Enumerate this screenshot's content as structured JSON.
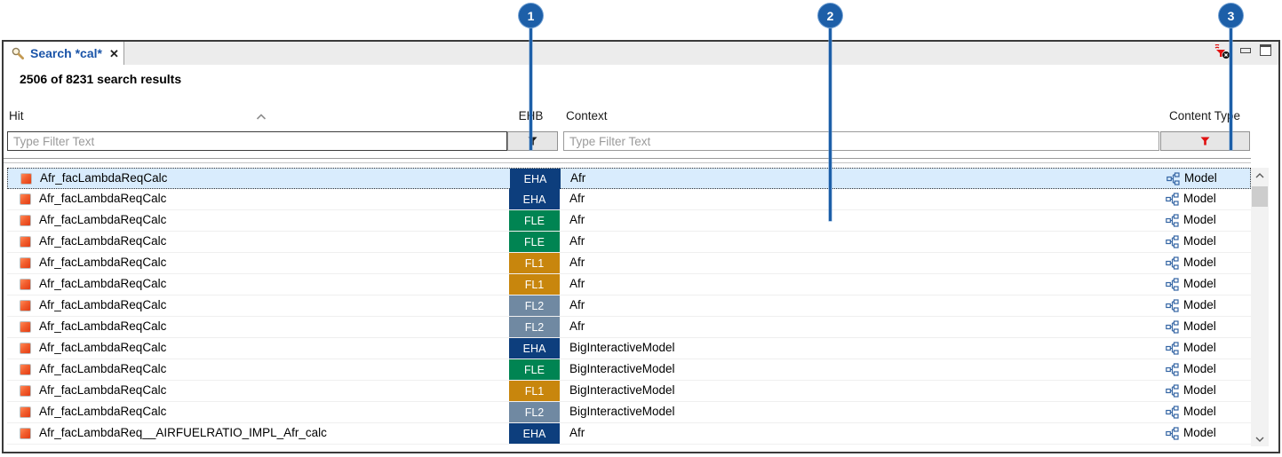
{
  "colors": {
    "callout_blue": "#1d5fa8",
    "selected_row_bg": "#d9ecfd",
    "badge_colors": {
      "EHA": "#0d3e7d",
      "FLE": "#008452",
      "FL1": "#c8860d",
      "FL2": "#7089a2"
    },
    "ehb_funnel_color": "#1a1a1a",
    "content_type_funnel_color": "#e01010"
  },
  "callouts": [
    {
      "label": "1"
    },
    {
      "label": "2"
    },
    {
      "label": "3"
    }
  ],
  "tab": {
    "title": "Search *cal*",
    "close_label": "✕"
  },
  "summary": {
    "text": "2506 of 8231 search results"
  },
  "table": {
    "columns": [
      {
        "key": "hit",
        "label": "Hit"
      },
      {
        "key": "ehb",
        "label": "EHB"
      },
      {
        "key": "context",
        "label": "Context"
      },
      {
        "key": "content_type",
        "label": "Content Type"
      }
    ],
    "filters": {
      "hit_placeholder": "Type Filter Text",
      "context_placeholder": "Type Filter Text"
    },
    "rows": [
      {
        "hit": "Afr_facLambdaReqCalc",
        "ehb": "EHA",
        "context": "Afr",
        "content_type": "Model",
        "selected": true
      },
      {
        "hit": "Afr_facLambdaReqCalc",
        "ehb": "EHA",
        "context": "Afr",
        "content_type": "Model"
      },
      {
        "hit": "Afr_facLambdaReqCalc",
        "ehb": "FLE",
        "context": "Afr",
        "content_type": "Model"
      },
      {
        "hit": "Afr_facLambdaReqCalc",
        "ehb": "FLE",
        "context": "Afr",
        "content_type": "Model"
      },
      {
        "hit": "Afr_facLambdaReqCalc",
        "ehb": "FL1",
        "context": "Afr",
        "content_type": "Model"
      },
      {
        "hit": "Afr_facLambdaReqCalc",
        "ehb": "FL1",
        "context": "Afr",
        "content_type": "Model"
      },
      {
        "hit": "Afr_facLambdaReqCalc",
        "ehb": "FL2",
        "context": "Afr",
        "content_type": "Model"
      },
      {
        "hit": "Afr_facLambdaReqCalc",
        "ehb": "FL2",
        "context": "Afr",
        "content_type": "Model"
      },
      {
        "hit": "Afr_facLambdaReqCalc",
        "ehb": "EHA",
        "context": "BigInteractiveModel",
        "content_type": "Model"
      },
      {
        "hit": "Afr_facLambdaReqCalc",
        "ehb": "FLE",
        "context": "BigInteractiveModel",
        "content_type": "Model"
      },
      {
        "hit": "Afr_facLambdaReqCalc",
        "ehb": "FL1",
        "context": "BigInteractiveModel",
        "content_type": "Model"
      },
      {
        "hit": "Afr_facLambdaReqCalc",
        "ehb": "FL2",
        "context": "BigInteractiveModel",
        "content_type": "Model"
      },
      {
        "hit": "Afr_facLambdaReq__AIRFUELRATIO_IMPL_Afr_calc",
        "ehb": "EHA",
        "context": "Afr",
        "content_type": "Model"
      }
    ]
  }
}
